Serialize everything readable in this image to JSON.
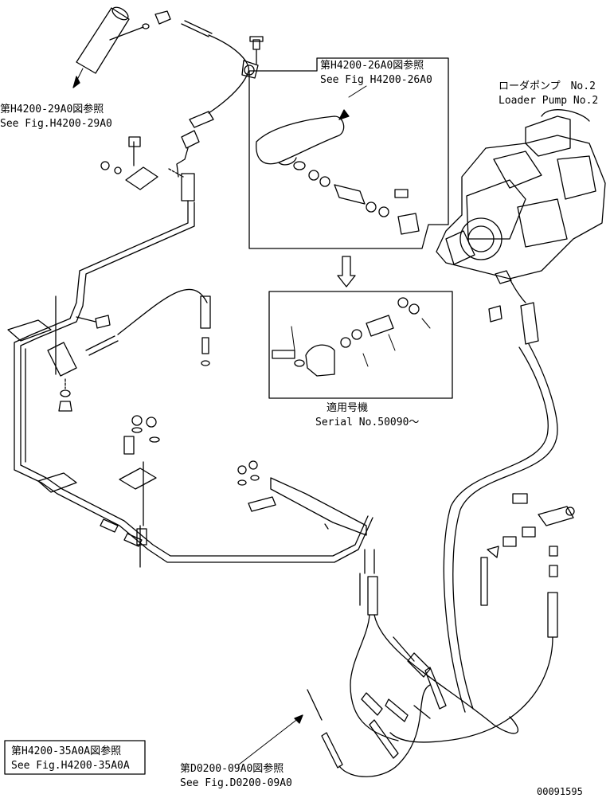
{
  "callouts": {
    "top_left_jp": "第H4200-29A0図参照",
    "top_left_en": "See Fig.H4200-29A0",
    "inset_top_jp": "第H4200-26A0図参照",
    "inset_top_en": "See Fig H4200-26A0",
    "pump_jp": "ローダポンプ　No.2",
    "pump_en": "Loader Pump No.2",
    "serial_jp": "適用号機",
    "serial_en": "Serial No.50090～",
    "bottom_left_jp": "第H4200-35A0A図参照",
    "bottom_left_en": "See Fig.H4200-35A0A",
    "bottom_center_jp": "第D0200-09A0図参照",
    "bottom_center_en": "See Fig.D0200-09A0"
  },
  "drawing_number": "00091595"
}
